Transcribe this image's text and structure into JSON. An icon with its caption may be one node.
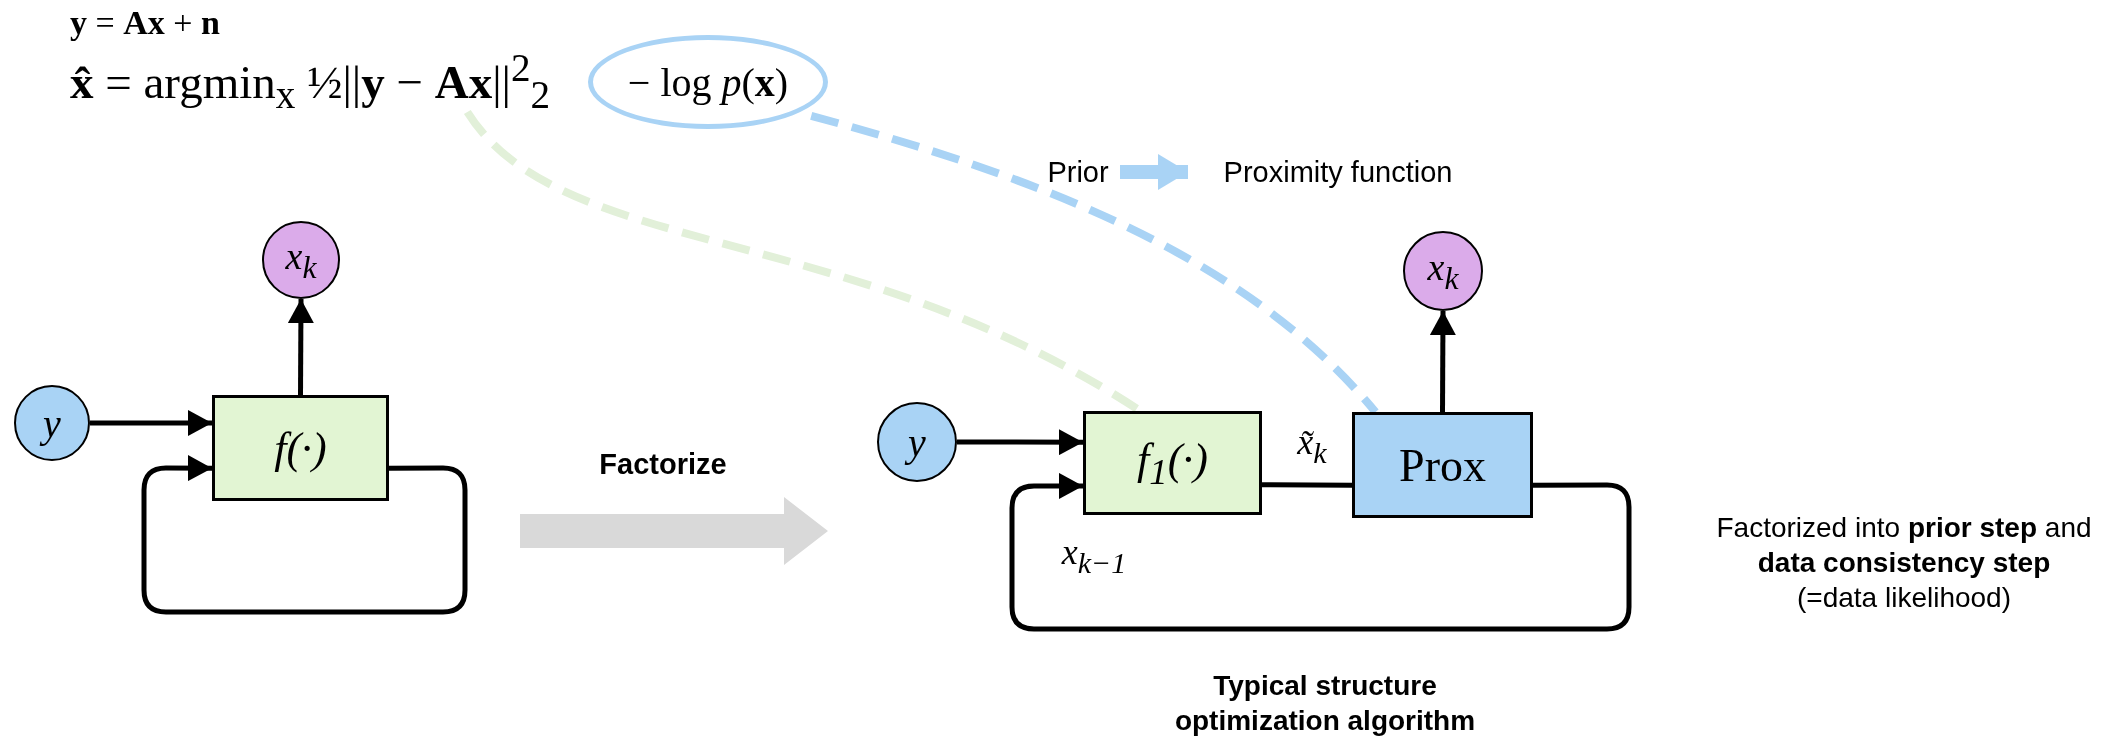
{
  "diagram": {
    "nodes": [
      {
        "text": [
          "**x̂** = argmin$_{x}$ ½||**y** − **Ax**||$^{2}$$_{2}$"
        ]
      },
      {
        "text": [
          "− log *p*(**x**)"
        ]
      },
      {
        "text": [
          "Prior"
        ]
      },
      {
        "text": [
          "Proximity function"
        ]
      },
      {
        "text": [
          "y"
        ]
      },
      {
        "text": [
          "f(·)"
        ]
      },
      {
        "text": [
          "x$_{k}$"
        ]
      },
      {
        "text": [
          "y"
        ]
      },
      {
        "text": [
          "f$_{1}$(·)"
        ]
      },
      {
        "text": [
          "Prox"
        ]
      },
      {
        "text": [
          "x$_{k}$"
        ]
      }
    ],
    "edges": [
      {
        "from": 0,
        "to": 8,
        "arrow": "none",
        "style": "dashed",
        "color": "#e2f0d9"
      },
      {
        "from": 1,
        "to": 9,
        "arrow": "none",
        "style": "dashed",
        "color": "#a9d3f5"
      },
      {
        "from": 2,
        "to": 3,
        "arrow": "to",
        "style": "thick",
        "color": "#a9d3f5"
      },
      {
        "from": 4,
        "to": 5,
        "arrow": "to"
      },
      {
        "from": 5,
        "to": 6,
        "arrow": "to"
      },
      {
        "from": 5,
        "to": 5,
        "arrow": "to"
      },
      {
        "from": 7,
        "to": 8,
        "arrow": "to"
      },
      {
        "from": 8,
        "to": 9,
        "arrow": "none",
        "label": "x̃$_{k}$"
      },
      {
        "from": 9,
        "to": 10,
        "arrow": "to"
      },
      {
        "from": 9,
        "to": 8,
        "arrow": "to",
        "label": "x$_{k−1}$"
      }
    ],
    "labels": [
      "**y** = **Ax** + **n**",
      "Factorize",
      "Typical structure optimization algorithm",
      "Factorized into **prior step** and **data consistency step** (=data likelihood)"
    ]
  }
}
